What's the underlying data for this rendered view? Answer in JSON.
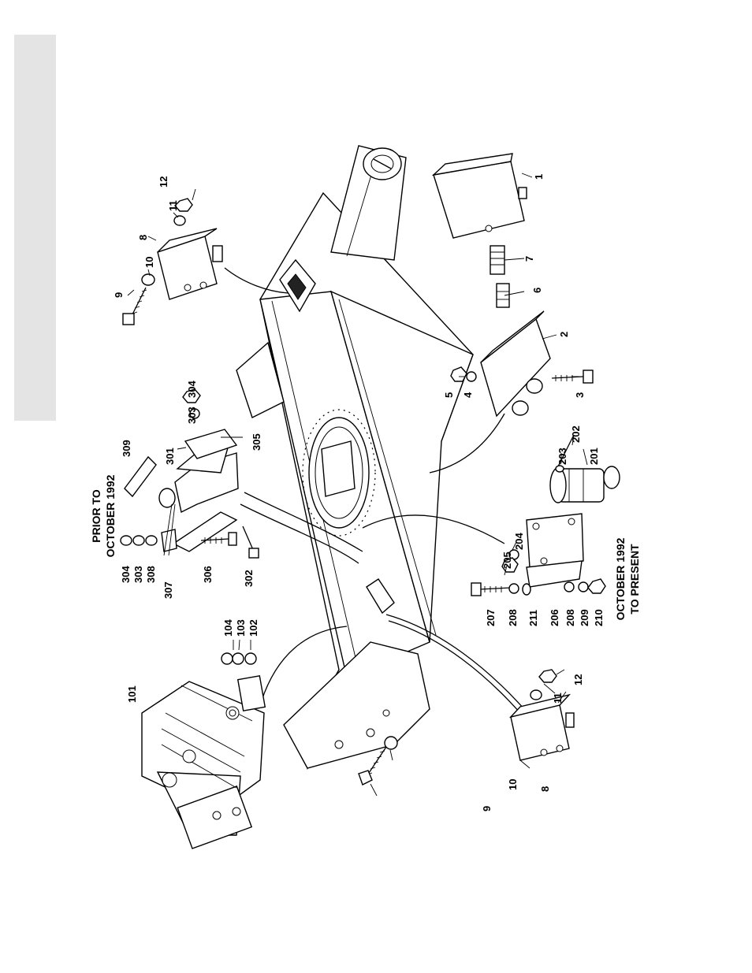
{
  "captions": {
    "prior": [
      "PRIOR TO",
      "OCTOBER 1992"
    ],
    "present": [
      "OCTOBER 1992",
      "TO PRESENT"
    ]
  },
  "callouts": {
    "c1": "1",
    "c2": "2",
    "c3": "3",
    "c4": "4",
    "c5": "5",
    "c6": "6",
    "c7": "7",
    "c8a": "8",
    "c9a": "9",
    "c10a": "10",
    "c11a": "11",
    "c12a": "12",
    "c8b": "8",
    "c9b": "9",
    "c10b": "10",
    "c11b": "11",
    "c12b": "12",
    "c101": "101",
    "c102": "102",
    "c103": "103",
    "c104": "104",
    "c201": "201",
    "c202": "202",
    "c203": "203",
    "c204": "204",
    "c205": "205",
    "c206": "206",
    "c207": "207",
    "c208a": "208",
    "c208b": "208",
    "c209": "209",
    "c210": "210",
    "c211": "211",
    "c301": "301",
    "c302": "302",
    "c303a": "303",
    "c303b": "303",
    "c304a": "304",
    "c304b": "304",
    "c305": "305",
    "c306": "306",
    "c307": "307",
    "c308": "308",
    "c309": "309"
  }
}
